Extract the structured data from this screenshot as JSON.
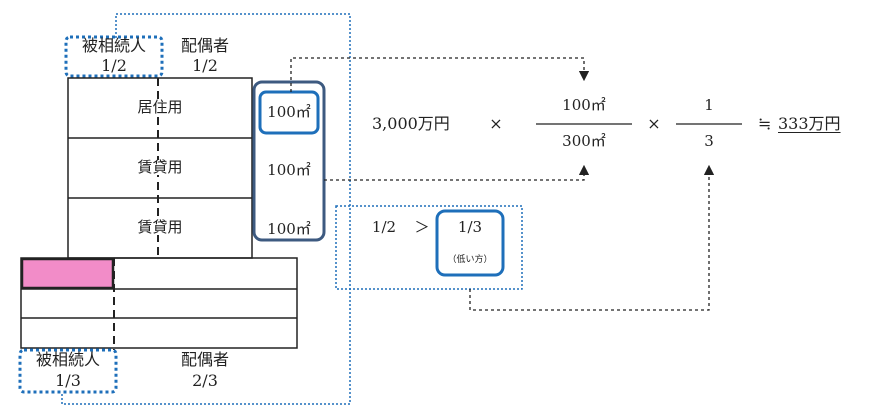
{
  "top_labels": {
    "decedent": "被相続人",
    "decedent_share": "1/2",
    "spouse": "配偶者",
    "spouse_share": "1/2"
  },
  "bottom_labels": {
    "decedent": "被相続人",
    "decedent_share": "1/3",
    "spouse": "配偶者",
    "spouse_share": "2/3"
  },
  "building_floors": [
    {
      "use": "居住用",
      "area": "100㎡"
    },
    {
      "use": "賃貸用",
      "area": "100㎡"
    },
    {
      "use": "賃貸用",
      "area": "100㎡"
    }
  ],
  "comparison": {
    "left": "1/2",
    "operator": "＞",
    "right": "1/3",
    "note": "（低い方）"
  },
  "formula": {
    "amount": "3,000万円",
    "times1": "×",
    "numerator": "100㎡",
    "denominator": "300㎡",
    "times2": "×",
    "frac_num": "1",
    "frac_den": "3",
    "approx": "≒",
    "result": "333万円"
  },
  "colors": {
    "accent_blue": "#1e6fba",
    "box_dark_blue": "#3d5a80",
    "highlight_pink": "#f28cc8",
    "line": "#222222"
  }
}
